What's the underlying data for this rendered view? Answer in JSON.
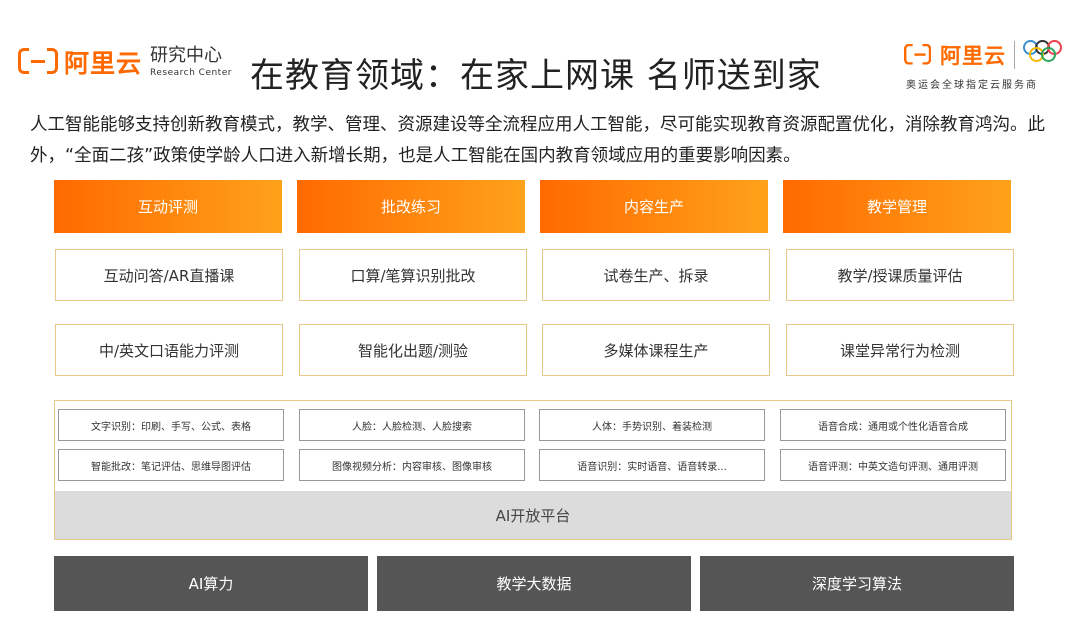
{
  "header": {
    "logo_left_text": "阿里云",
    "logo_left_sub_cn": "研究中心",
    "logo_left_sub_en": "Research Center",
    "title": "在教育领域：在家上网课  名师送到家",
    "logo_right_text": "阿里云",
    "sponsor_text": "奥运会全球指定云服务商"
  },
  "intro": "人工智能能够支持创新教育模式，教学、管理、资源建设等全流程应用人工智能，尽可能实现教育资源配置优化，消除教育鸿沟。此外，“全面二孩”政策使学龄人口进入新增长期，也是人工智能在国内教育领域应用的重要影响因素。",
  "columns": [
    {
      "header": "互动评测",
      "items": [
        "互动问答/AR直播课",
        "中/英文口语能力评测"
      ]
    },
    {
      "header": "批改练习",
      "items": [
        "口算/笔算识别批改",
        "智能化出题/测验"
      ]
    },
    {
      "header": "内容生产",
      "items": [
        "试卷生产、拆录",
        "多媒体课程生产"
      ]
    },
    {
      "header": "教学管理",
      "items": [
        "教学/授课质量评估",
        "课堂异常行为检测"
      ]
    }
  ],
  "platform": {
    "row1": [
      "文字识别：印刷、手写、公式、表格",
      "人脸：人脸检测、人脸搜索",
      "人体：手势识别、着装检测",
      "语音合成：通用或个性化语音合成"
    ],
    "row2": [
      "智能批改：笔记评估、思维导图评估",
      "图像视频分析：内容审核、图像审核",
      "语音识别：实时语音、语音转录...",
      "语音评测：中英文造句评测、通用评测"
    ],
    "label": "AI开放平台"
  },
  "base": [
    "AI算力",
    "教学大数据",
    "深度学习算法"
  ],
  "colors": {
    "brand": "#ff6a00",
    "gradient_end": "#ffa21a",
    "base_bg": "#555555",
    "platform_bg": "#dcdcdc",
    "border": "#e6c98a"
  }
}
